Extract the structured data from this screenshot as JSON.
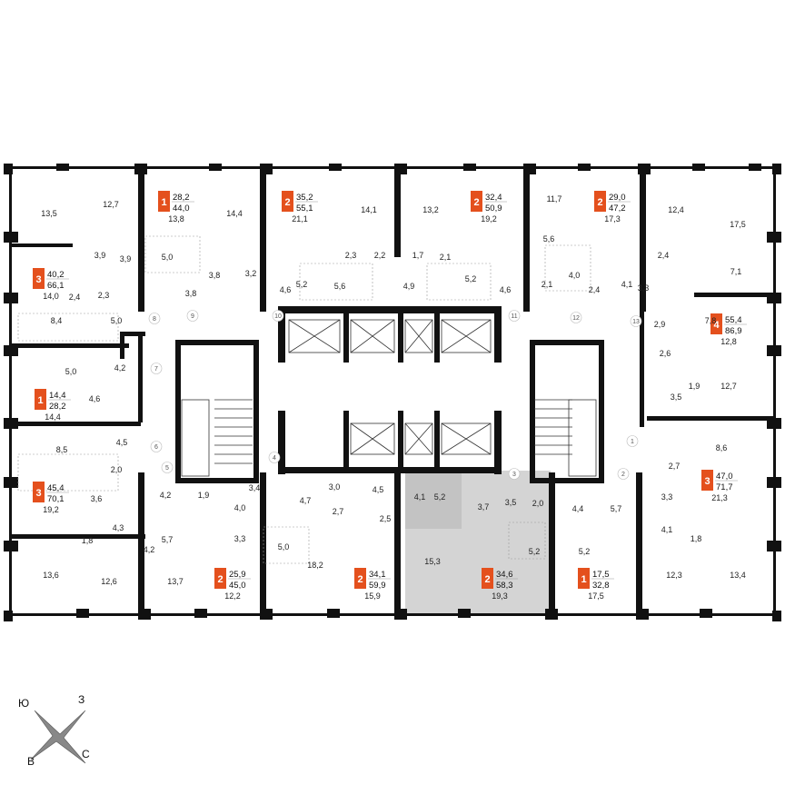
{
  "accent": "#e4501d",
  "highlight": "#d4d4d4",
  "compass": {
    "n": "Ю",
    "e": "З",
    "s": "С",
    "w": "В"
  },
  "badges": [
    {
      "rooms": "1",
      "living": "28,2",
      "total": "44,0",
      "area": "13,8"
    },
    {
      "rooms": "2",
      "living": "35,2",
      "total": "55,1",
      "area": "21,1"
    },
    {
      "rooms": "2",
      "living": "32,4",
      "total": "50,9",
      "area": "19,2"
    },
    {
      "rooms": "2",
      "living": "29,0",
      "total": "47,2",
      "area": "17,3"
    },
    {
      "rooms": "3",
      "living": "40,2",
      "total": "66,1",
      "area": "14,0"
    },
    {
      "rooms": "4",
      "living": "55,4",
      "total": "86,9",
      "area": "12,8"
    },
    {
      "rooms": "1",
      "living": "14,4",
      "total": "28,2",
      "area": "14,4"
    },
    {
      "rooms": "3",
      "living": "45,4",
      "total": "70,1",
      "area": "19,2"
    },
    {
      "rooms": "3",
      "living": "47,0",
      "total": "71,7",
      "area": "21,3"
    },
    {
      "rooms": "2",
      "living": "25,9",
      "total": "45,0",
      "area": "12,2"
    },
    {
      "rooms": "2",
      "living": "34,1",
      "total": "59,9",
      "area": "15,9"
    },
    {
      "rooms": "2",
      "living": "34,6",
      "total": "58,3",
      "area": "19,3"
    },
    {
      "rooms": "1",
      "living": "17,5",
      "total": "32,8",
      "area": "17,5"
    }
  ],
  "rooms": [
    "13,5",
    "12,7",
    "14,4",
    "14,1",
    "13,2",
    "11,7",
    "12,4",
    "17,5",
    "3,9",
    "3,9",
    "5,0",
    "3,8",
    "3,2",
    "3,8",
    "4,6",
    "2,3",
    "2,2",
    "5,2",
    "5,6",
    "1,7",
    "2,1",
    "4,9",
    "5,2",
    "4,6",
    "5,6",
    "4,0",
    "2,1",
    "2,4",
    "4,1",
    "3,3",
    "2,4",
    "7,1",
    "2,4",
    "2,3",
    "8,4",
    "5,0",
    "2,9",
    "7,8",
    "2,6",
    "5,0",
    "4,2",
    "3,5",
    "1,9",
    "12,7",
    "4,6",
    "8,5",
    "4,5",
    "2,0",
    "4,2",
    "8,6",
    "2,7",
    "3,6",
    "4,3",
    "1,8",
    "4,2",
    "1,9",
    "4,0",
    "3,3",
    "3,4",
    "4,7",
    "3,0",
    "4,5",
    "2,7",
    "2,5",
    "4,1",
    "5,2",
    "3,7",
    "3,5",
    "2,0",
    "4,4",
    "5,7",
    "3,3",
    "4,1",
    "1,8",
    "13,6",
    "12,6",
    "5,7",
    "13,7",
    "5,0",
    "18,2",
    "15,3",
    "5,2",
    "5,2",
    "12,3",
    "13,4"
  ],
  "entrances": [
    "8",
    "9",
    "10",
    "11",
    "12",
    "13",
    "7",
    "6",
    "5",
    "4",
    "3",
    "2",
    "1"
  ]
}
